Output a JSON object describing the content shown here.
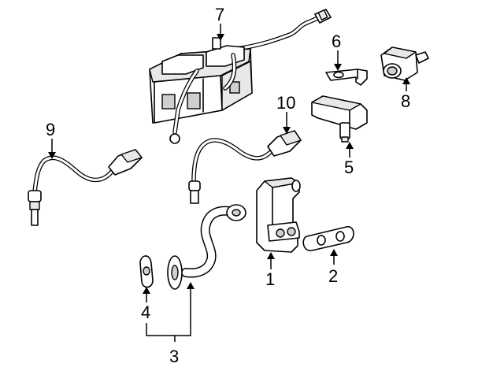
{
  "callouts": {
    "c1": "1",
    "c2": "2",
    "c3": "3",
    "c4": "4",
    "c5": "5",
    "c6": "6",
    "c7": "7",
    "c8": "8",
    "c9": "9",
    "c10": "10"
  },
  "parts": [
    {
      "callout": "1",
      "part": "egr-valve"
    },
    {
      "callout": "2",
      "part": "egr-valve-gasket"
    },
    {
      "callout": "3",
      "part": "egr-tube-assembly"
    },
    {
      "callout": "4",
      "part": "egr-tube-gasket"
    },
    {
      "callout": "5",
      "part": "sensor-with-connector"
    },
    {
      "callout": "6",
      "part": "mounting-bracket"
    },
    {
      "callout": "7",
      "part": "vapor-canister"
    },
    {
      "callout": "8",
      "part": "purge-valve"
    },
    {
      "callout": "9",
      "part": "oxygen-sensor"
    },
    {
      "callout": "10",
      "part": "oxygen-sensor"
    }
  ]
}
